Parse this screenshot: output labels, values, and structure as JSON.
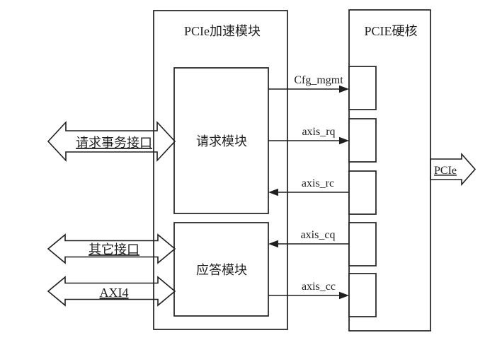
{
  "page": {
    "background": "#ffffff",
    "line_color": "#1f1f1f"
  },
  "diagram": {
    "accelerator": {
      "title": "PCIe加速模块"
    },
    "hard_core": {
      "title": "PCIE硬核"
    },
    "request_module": {
      "label": "请求模块"
    },
    "response_module": {
      "label": "应答模块"
    },
    "left_interfaces": [
      {
        "label": "请求事务接口",
        "direction": "bidirectional"
      },
      {
        "label": "其它接口",
        "direction": "bidirectional"
      },
      {
        "label": "AXI4",
        "direction": "bidirectional"
      }
    ],
    "signals": [
      {
        "label": "Cfg_mgmt",
        "direction": "to-core"
      },
      {
        "label": "axis_rq",
        "direction": "to-core"
      },
      {
        "label": "axis_rc",
        "direction": "from-core"
      },
      {
        "label": "axis_cq",
        "direction": "from-core"
      },
      {
        "label": "axis_cc",
        "direction": "to-core"
      }
    ],
    "pcie_output": {
      "label": "PCIe",
      "direction": "out"
    }
  }
}
